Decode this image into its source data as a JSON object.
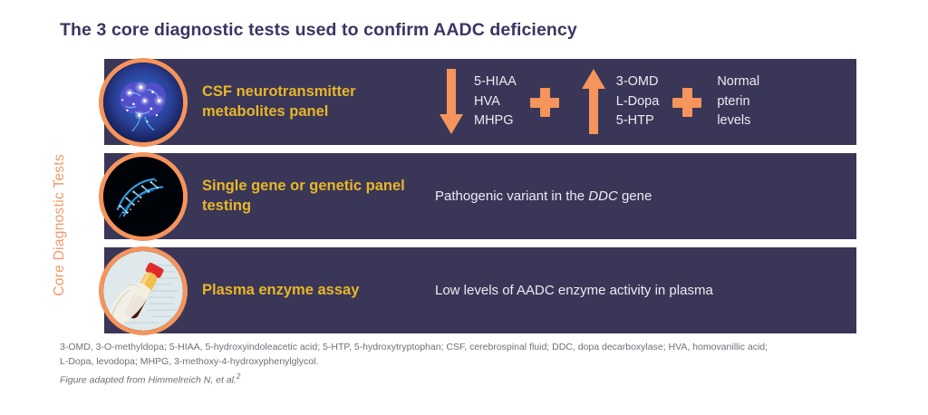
{
  "title": "The 3 core diagnostic tests used to confirm AADC deficiency",
  "vertical_label": "Core Diagnostic Tests",
  "colors": {
    "panel": "#3a3657",
    "orange": "#f5945c",
    "gold": "#e8b629",
    "title_navy": "#3b3562",
    "body_text": "#eceaf2",
    "footnote": "#6f6f78"
  },
  "rows": [
    {
      "icon": "brain-icon",
      "heading": "CSF neurotransmitter metabolites panel",
      "cluster": {
        "down_arrow_label": "decreased",
        "decreased_metabolites": "5-HIAA\nHVA\nMHPG",
        "plus_1": "+",
        "up_arrow_label": "increased",
        "increased_metabolites": "3-OMD\nL-Dopa\n5-HTP",
        "plus_2": "+",
        "normal_finding": "Normal\npterin\nlevels"
      }
    },
    {
      "icon": "dna-icon",
      "heading": "Single gene or genetic panel testing",
      "desc_before": "Pathogenic variant in the ",
      "desc_italic": "DDC",
      "desc_after": " gene"
    },
    {
      "icon": "blood-tube-icon",
      "heading": "Plasma enzyme assay",
      "desc": "Low levels of AADC enzyme activity in plasma"
    }
  ],
  "footnotes": {
    "line1": "3-OMD, 3-O-methyldopa; 5-HIAA, 5-hydroxyindoleacetic acid; 5-HTP, 5-hydroxytryptophan; CSF, cerebrospinal fluid; DDC, dopa decarboxylase; HVA, homovanillic acid;",
    "line2": "L-Dopa, levodopa; MHPG, 3-methoxy-4-hydroxyphenylglycol.",
    "credit": "Figure adapted from Himmelreich N, et al.",
    "credit_ref": "2"
  }
}
